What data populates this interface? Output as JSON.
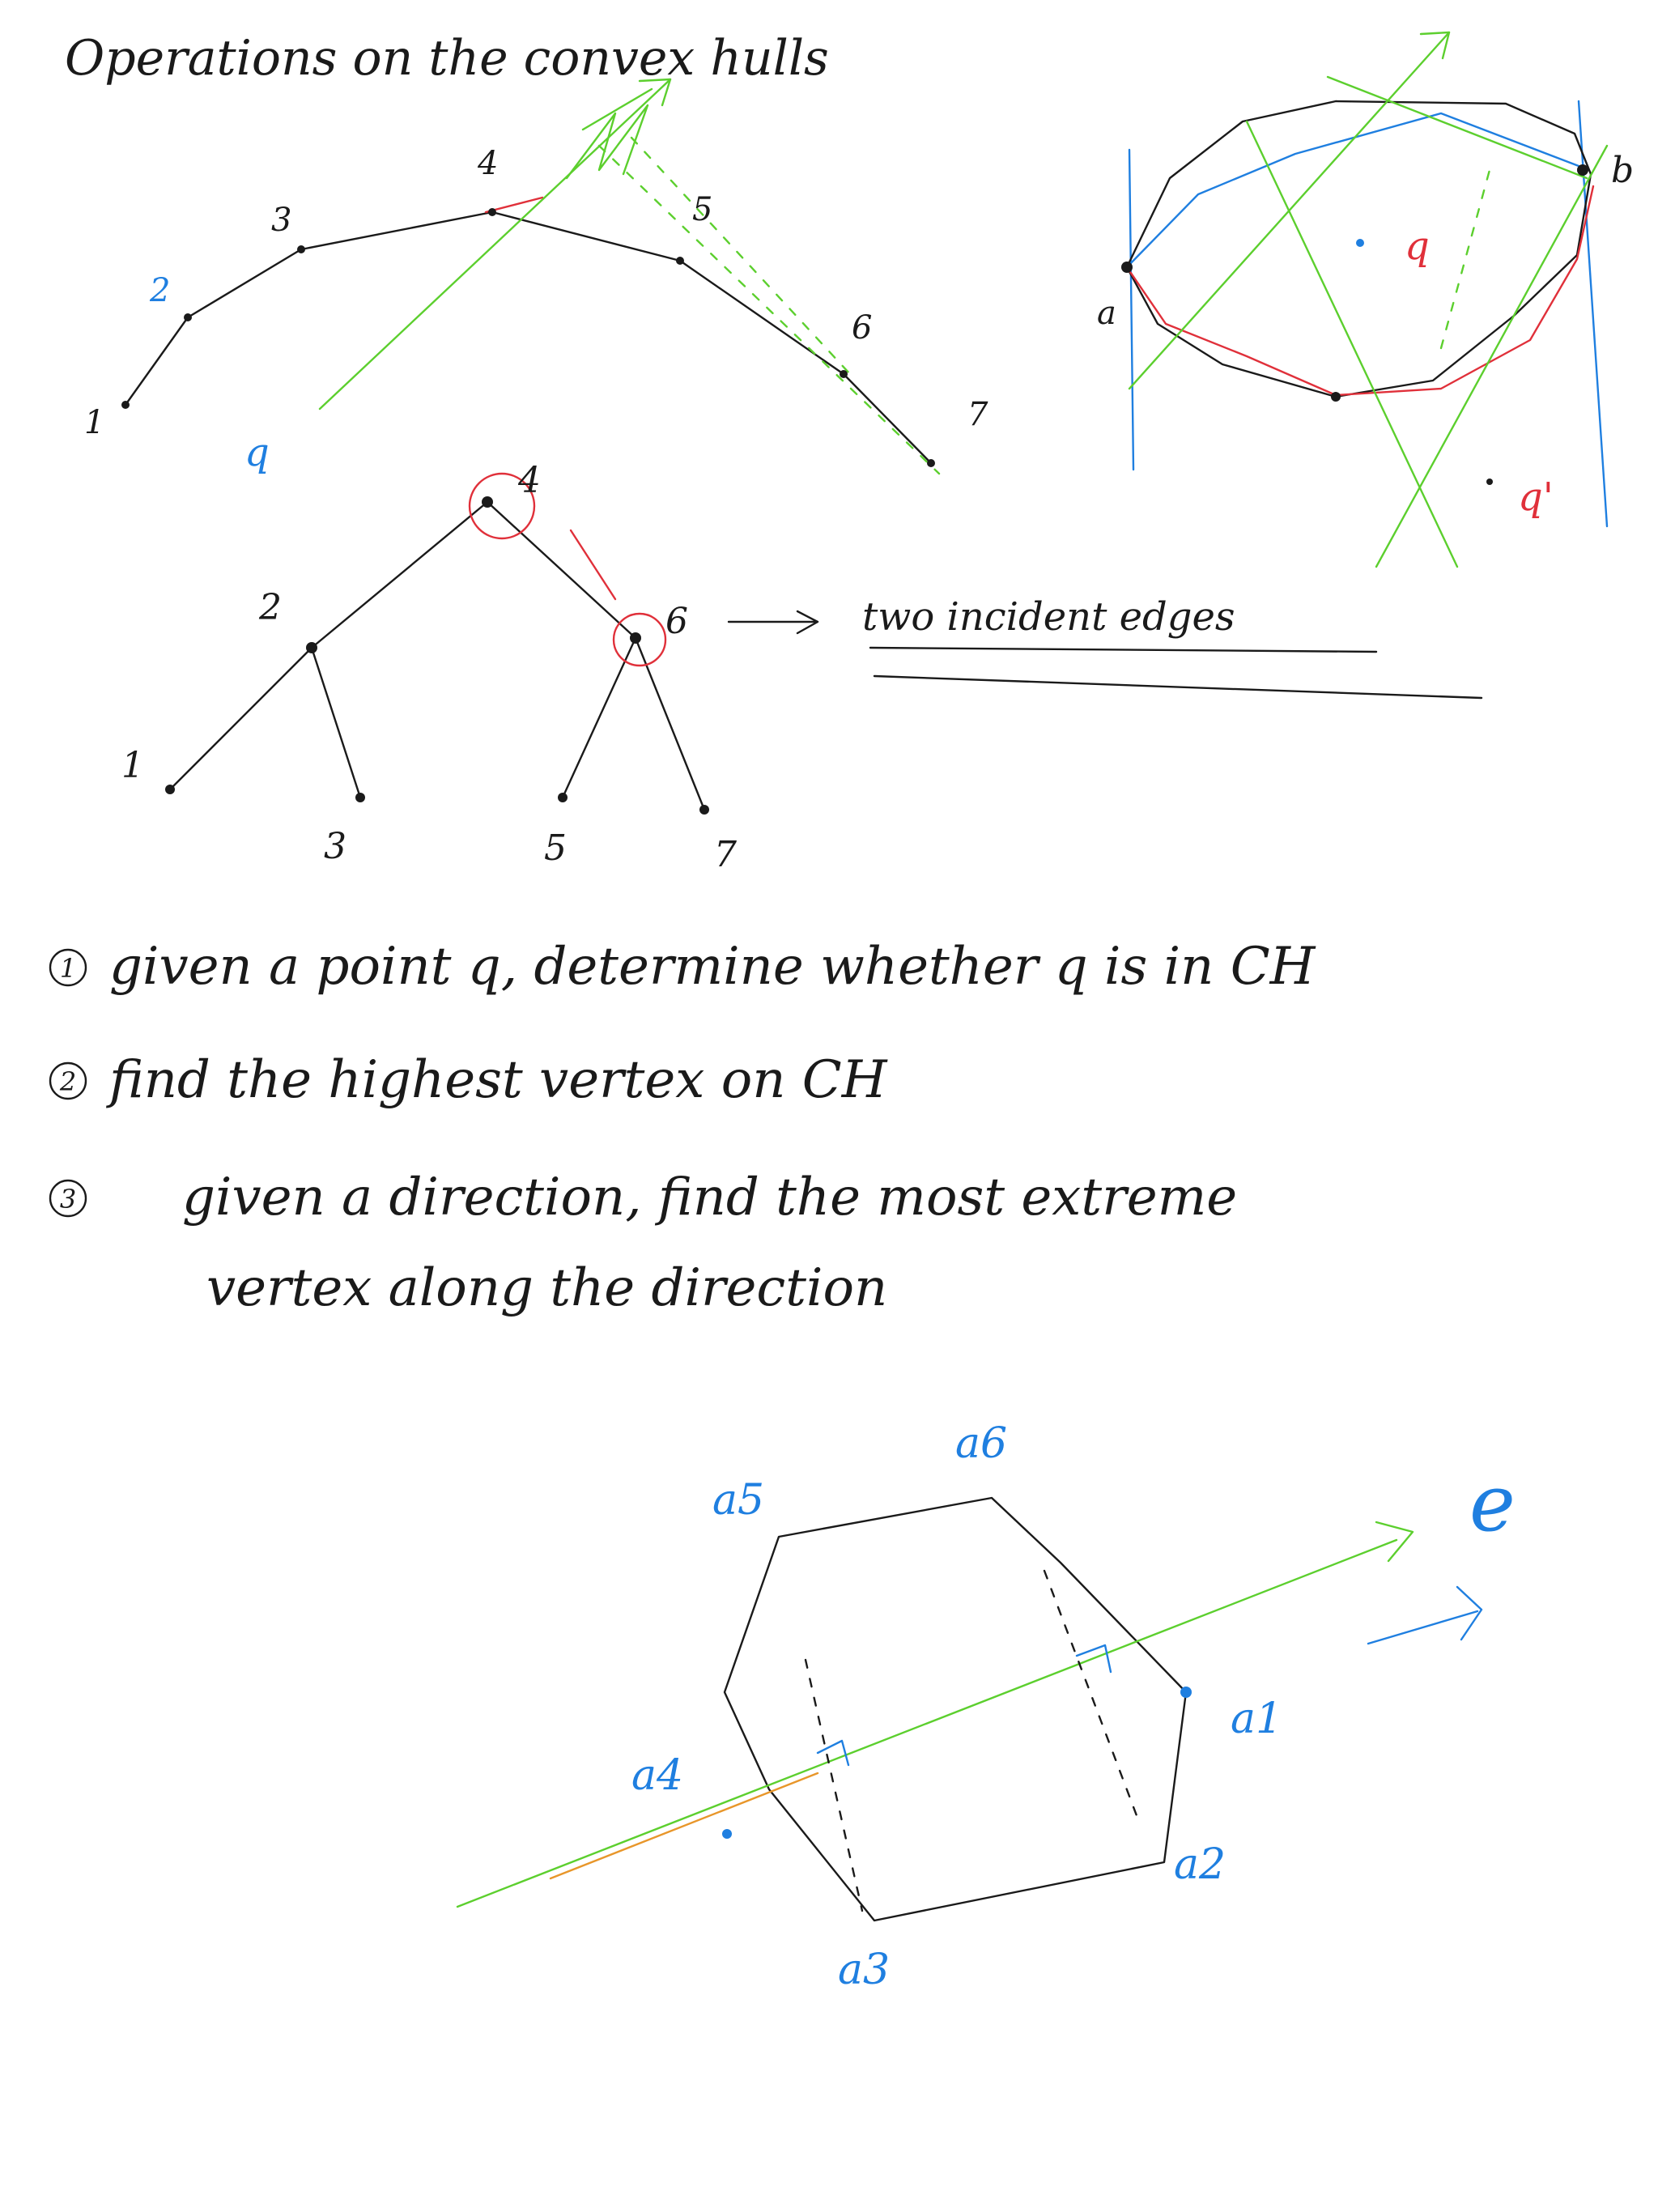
{
  "title": "Operations on the convex hulls",
  "chain_sketch": {
    "labels": [
      "1",
      "2",
      "3",
      "4",
      "5",
      "6",
      "7"
    ],
    "query_label": "q"
  },
  "hull_sketch": {
    "label_a": "a",
    "label_b": "b",
    "label_q": "q",
    "label_q_prime": "q'"
  },
  "tree_sketch": {
    "labels": [
      "1",
      "2",
      "3",
      "4",
      "5",
      "6",
      "7"
    ],
    "annotation": "two incident edges"
  },
  "operations": [
    {
      "number": "1",
      "text": "given a point q, determine whether q is in CH"
    },
    {
      "number": "2",
      "text": "find the highest vertex on CH"
    },
    {
      "number": "3",
      "text": "given a direction, find the most extreme",
      "text2": "vertex along the direction"
    }
  ],
  "polygon_sketch": {
    "labels": [
      "a1",
      "a2",
      "a3",
      "a4",
      "a5",
      "a6"
    ],
    "direction_label": "e"
  },
  "colors": {
    "ink": "#1a1a1a",
    "blue": "#1f7fe0",
    "green": "#5ccf2e",
    "red": "#e0303a",
    "orange": "#e8962a"
  }
}
